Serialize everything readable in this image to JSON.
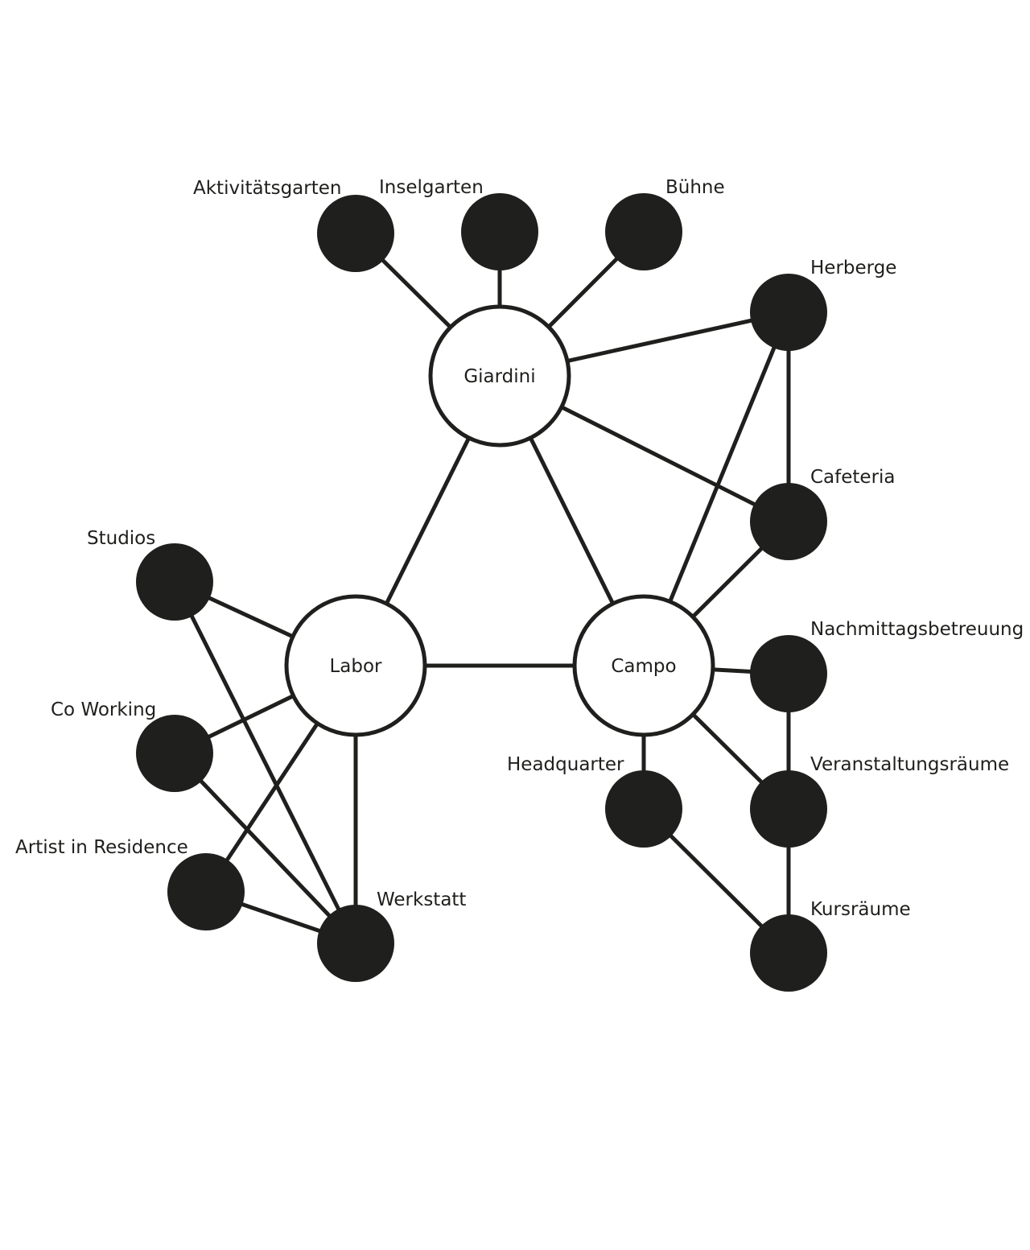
{
  "colors": {
    "ink": "#1f1f1d",
    "background": "#ffffff"
  },
  "hubs": [
    {
      "id": "giardini",
      "label": "Giardini"
    },
    {
      "id": "labor",
      "label": "Labor"
    },
    {
      "id": "campo",
      "label": "Campo"
    }
  ],
  "leaves": [
    {
      "id": "aktivitaetsgarten",
      "label": "Aktivitätsgarten"
    },
    {
      "id": "inselgarten",
      "label": "Inselgarten"
    },
    {
      "id": "buehne",
      "label": "Bühne"
    },
    {
      "id": "herberge",
      "label": "Herberge"
    },
    {
      "id": "cafeteria",
      "label": "Cafeteria"
    },
    {
      "id": "nachmittagsbetreuung",
      "label": "Nachmittagsbetreuung"
    },
    {
      "id": "veranstaltungsraeume",
      "label": "Veranstaltungsräume"
    },
    {
      "id": "headquarter",
      "label": "Headquarter"
    },
    {
      "id": "kursraeume",
      "label": "Kursräume"
    },
    {
      "id": "studios",
      "label": "Studios"
    },
    {
      "id": "co-working",
      "label": "Co Working"
    },
    {
      "id": "artist-in-residence",
      "label": "Artist in Residence"
    },
    {
      "id": "werkstatt",
      "label": "Werkstatt"
    }
  ],
  "edges": [
    [
      "giardini",
      "aktivitaetsgarten"
    ],
    [
      "giardini",
      "inselgarten"
    ],
    [
      "giardini",
      "buehne"
    ],
    [
      "giardini",
      "herberge"
    ],
    [
      "giardini",
      "cafeteria"
    ],
    [
      "giardini",
      "labor"
    ],
    [
      "giardini",
      "campo"
    ],
    [
      "herberge",
      "cafeteria"
    ],
    [
      "herberge",
      "campo"
    ],
    [
      "cafeteria",
      "campo"
    ],
    [
      "labor",
      "campo"
    ],
    [
      "campo",
      "nachmittagsbetreuung"
    ],
    [
      "campo",
      "veranstaltungsraeume"
    ],
    [
      "campo",
      "headquarter"
    ],
    [
      "nachmittagsbetreuung",
      "veranstaltungsraeume"
    ],
    [
      "veranstaltungsraeume",
      "kursraeume"
    ],
    [
      "headquarter",
      "kursraeume"
    ],
    [
      "labor",
      "studios"
    ],
    [
      "labor",
      "co-working"
    ],
    [
      "labor",
      "artist-in-residence"
    ],
    [
      "labor",
      "werkstatt"
    ],
    [
      "studios",
      "werkstatt"
    ],
    [
      "co-working",
      "werkstatt"
    ],
    [
      "artist-in-residence",
      "werkstatt"
    ]
  ]
}
